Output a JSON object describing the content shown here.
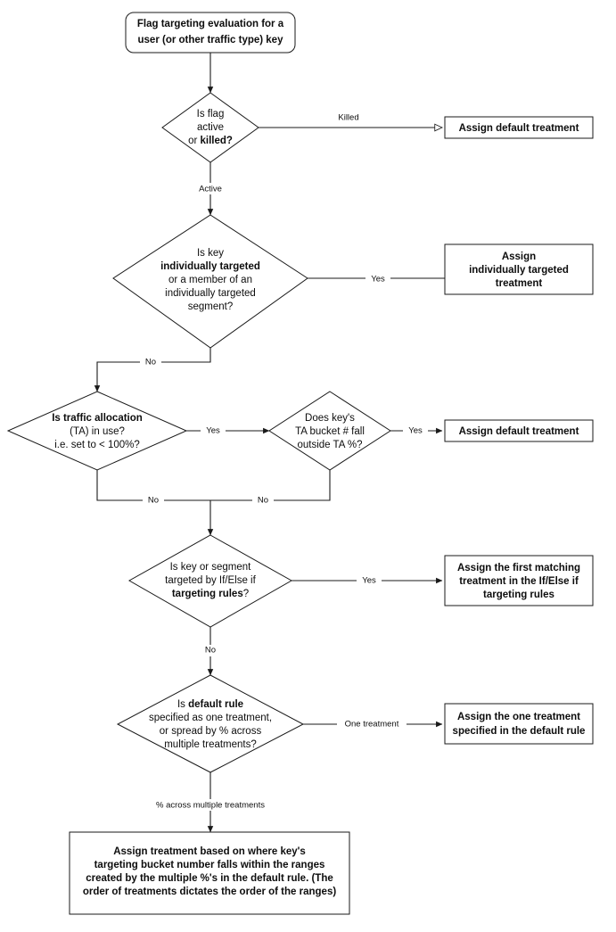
{
  "diagram": {
    "title": "Flag targeting evaluation flowchart",
    "type": "flowchart",
    "colors": {
      "background": "#ffffff",
      "stroke": "#1a1a1a",
      "text": "#0d0d0d",
      "shape_fill": "#ffffff"
    }
  },
  "nodes": {
    "start": {
      "shape": "rounded-rectangle",
      "lines": [
        "Flag targeting evaluation for a",
        "user (or other traffic type) key"
      ],
      "bold": true
    },
    "d1": {
      "shape": "diamond",
      "lines": [
        "Is flag",
        "active",
        "or killed?"
      ],
      "bold_lines": [
        2
      ]
    },
    "t1": {
      "shape": "rectangle",
      "lines": [
        "Assign default treatment"
      ],
      "bold": true
    },
    "d2": {
      "shape": "diamond",
      "lines": [
        "Is key",
        "individually targeted",
        "or a member of an",
        "individually targeted",
        "segment?"
      ],
      "bold_lines": [
        1
      ]
    },
    "t2": {
      "shape": "rectangle",
      "lines": [
        "Assign",
        "individually targeted",
        "treatment"
      ],
      "bold": true
    },
    "d3": {
      "shape": "diamond",
      "lines": [
        "Is traffic allocation",
        "(TA) in use?",
        "i.e. set to < 100%?"
      ],
      "bold_lines": [
        0
      ]
    },
    "d4": {
      "shape": "diamond",
      "lines": [
        "Does key's",
        "TA bucket # fall",
        "outside TA %?"
      ],
      "bold_lines": []
    },
    "t3": {
      "shape": "rectangle",
      "lines": [
        "Assign default treatment"
      ],
      "bold": true
    },
    "d5": {
      "shape": "diamond",
      "lines": [
        "Is key or segment",
        "targeted by If/Else if",
        "targeting rules?"
      ],
      "bold_lines": [
        2
      ]
    },
    "t4": {
      "shape": "rectangle",
      "lines": [
        "Assign the first matching",
        "treatment in the If/Else if",
        "targeting rules"
      ],
      "bold": true
    },
    "d6": {
      "shape": "diamond",
      "lines": [
        "Is default rule",
        "specified as one treatment,",
        "or spread by % across",
        "multiple treatments?"
      ],
      "bold_lines": [
        0
      ]
    },
    "t5": {
      "shape": "rectangle",
      "lines": [
        "Assign the one treatment",
        "specified in the default rule"
      ],
      "bold": true
    },
    "t6": {
      "shape": "rectangle",
      "lines": [
        "Assign treatment based on where key's",
        "targeting bucket number falls within the ranges",
        "created by the multiple %'s in the default rule. (The",
        "order of treatments dictates the order of the ranges)"
      ],
      "bold": true
    }
  },
  "edge_labels": {
    "killed": "Killed",
    "active": "Active",
    "yes_d2": "Yes",
    "no_d2": "No",
    "yes_d3": "Yes",
    "no_d3": "No",
    "yes_d4": "Yes",
    "no_d4": "No",
    "yes_d5": "Yes",
    "no_d5": "No",
    "one_treatment": "One treatment",
    "pct_across": "% across multiple treatments"
  },
  "text_fragments": {
    "d1_l0": "Is flag",
    "d1_l1": "active",
    "d1_l2_a": "or ",
    "d1_l2_b": "killed?",
    "d2_l0": "Is key",
    "d2_l1": "individually targeted",
    "d2_l2": "or a member of an",
    "d2_l3": "individually targeted",
    "d2_l4": "segment?",
    "d3_l0": "Is traffic allocation",
    "d3_l1": "(TA) in use?",
    "d3_l2": "i.e. set to < 100%?",
    "d4_l0": "Does key's",
    "d4_l1": "TA bucket # fall",
    "d4_l2": "outside TA %?",
    "d5_l0": "Is key or segment",
    "d5_l1": "targeted by If/Else if",
    "d5_l2_a": "targeting rules",
    "d5_l2_b": "?",
    "d6_l0_a": "Is ",
    "d6_l0_b": "default rule",
    "d6_l1": "specified as one treatment,",
    "d6_l2": "or spread by % across",
    "d6_l3": "multiple treatments?",
    "start_l0": "Flag targeting evaluation for a",
    "start_l1": "user (or other traffic type) key",
    "t1_l0": "Assign default treatment",
    "t2_l0": "Assign",
    "t2_l1": "individually targeted",
    "t2_l2": "treatment",
    "t3_l0": "Assign default treatment",
    "t4_l0": "Assign the first matching",
    "t4_l1": "treatment in the If/Else if",
    "t4_l2": "targeting rules",
    "t5_l0": "Assign the one treatment",
    "t5_l1": "specified in the default rule",
    "t6_l0": "Assign treatment based on where key's",
    "t6_l1": "targeting bucket number falls within the ranges",
    "t6_l2": "created by the multiple %'s in the default rule. (The",
    "t6_l3": "order of treatments dictates the order of the ranges)"
  }
}
